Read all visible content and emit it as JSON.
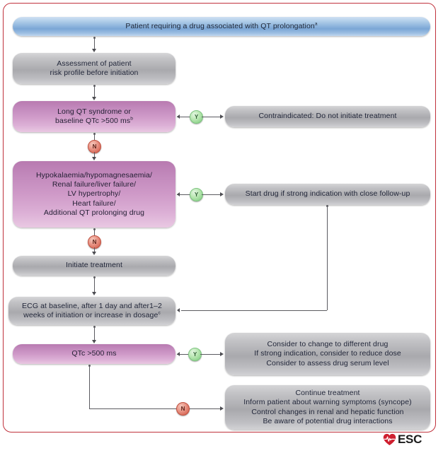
{
  "figure": {
    "title": "QT prolongation management flowchart",
    "border_color": "#c0323c",
    "logo": {
      "name": "esc-logo",
      "text": "ESC",
      "heart_color": "#cf2030"
    }
  },
  "nodes": {
    "start": {
      "id": "start",
      "style": "blue",
      "lines": [
        "Patient requiring a drug associated with QT prolongation"
      ],
      "superscript": "a"
    },
    "assessment": {
      "id": "assessment",
      "style": "gray",
      "lines": [
        "Assessment of patient",
        "risk profile before initiation"
      ]
    },
    "long_qt": {
      "id": "long-qt-syndrome",
      "style": "pink",
      "lines": [
        "Long QT syndrome or",
        "baseline QTc >500 ms"
      ],
      "superscript": "b"
    },
    "contraindicated": {
      "id": "contraindicated",
      "style": "gray",
      "lines": [
        "Contraindicated: Do not initiate treatment"
      ]
    },
    "risk_factors": {
      "id": "risk-factors",
      "style": "pink",
      "lines": [
        "Hypokalaemia/hypomagnesaemia/",
        "Renal failure/liver failure/",
        "LV hypertrophy/",
        "Heart failure/",
        "Additional QT prolonging drug"
      ]
    },
    "start_drug": {
      "id": "start-drug-close-followup",
      "style": "gray",
      "lines": [
        "Start drug if strong indication with close follow-up"
      ]
    },
    "initiate": {
      "id": "initiate-treatment",
      "style": "gray",
      "lines": [
        "Initiate treatment"
      ]
    },
    "ecg": {
      "id": "ecg-schedule",
      "style": "gray",
      "lines": [
        "ECG at baseline, after 1 day and after1–2",
        "weeks of initiation or increase in dosage"
      ],
      "superscript": "c"
    },
    "qtc_check": {
      "id": "qtc-over-500",
      "style": "pink",
      "lines": [
        "QTc >500 ms"
      ]
    },
    "consider_change": {
      "id": "consider-change-drug",
      "style": "gray",
      "lines": [
        "Consider to change to different drug",
        "If strong indication, consider to reduce dose",
        "Consider to assess drug serum level"
      ]
    },
    "continue": {
      "id": "continue-treatment",
      "style": "gray",
      "lines": [
        "Continue treatment",
        "Inform patient about warning symptoms (syncope)",
        "Control changes in renal and hepatic function",
        "Be aware of potential drug interactions"
      ]
    }
  },
  "badges": {
    "yes_label": "Y",
    "no_label": "N",
    "yes_color": "#79c97a",
    "no_color": "#cf5340",
    "items": [
      {
        "name": "badge-yes-long-qt",
        "label": "Y",
        "type": "yes"
      },
      {
        "name": "badge-no-long-qt",
        "label": "N",
        "type": "no"
      },
      {
        "name": "badge-yes-risk-factors",
        "label": "Y",
        "type": "yes"
      },
      {
        "name": "badge-no-risk-factors",
        "label": "N",
        "type": "no"
      },
      {
        "name": "badge-yes-qtc",
        "label": "Y",
        "type": "yes"
      },
      {
        "name": "badge-no-qtc",
        "label": "N",
        "type": "no"
      }
    ]
  }
}
